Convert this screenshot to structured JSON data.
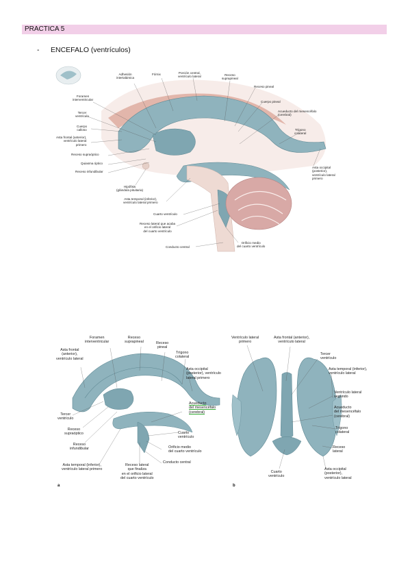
{
  "header": {
    "title": "PRACTICA 5"
  },
  "section": {
    "bullet": "-",
    "title": "ENCEFALO (ventrículos)"
  },
  "figure1": {
    "labels": {
      "adhesion": "Adhesión\nintertalámica",
      "fornix": "Fórnix",
      "porcion_central": "Porción central,\nventrículo lateral",
      "receso_suprapineal": "Receso\nsuprapineal",
      "receso_pineal": "Receso pineal",
      "cuerpo_pineal": "Cuerpo pineal",
      "acueducto": "Acueducto del mesencéfalo\n(cerebral)",
      "trigono": "Trígono\ncolateral",
      "asta_occipital": "Asta occipital\n(posterior),\nventrículo lateral\nprimero",
      "foramen": "Foramen\ninterventricular",
      "tercer_ventriculo": "Tercer\nventrículo",
      "cuerpo_calloso": "Cuerpo\ncalloso",
      "asta_frontal": "Asta frontal (anterior),\nventrículo lateral\nprimero",
      "receso_supraoptico": "Receso supraóptico",
      "quiasma": "Quiasma óptico",
      "receso_infundibular": "Receso infundibular",
      "hipofisis": "Hipófisis\n(glándula pituitaria)",
      "asta_temporal": "Asta temporal (inferior),\nventrículo lateral primero",
      "cuarto_ventriculo": "Cuarto ventrículo",
      "receso_lateral": "Receso lateral que acaba\nen el orificio lateral\ndel cuarto ventrículo",
      "orificio_medio": "Orificio medio\ndel cuarto ventrículo",
      "conducto_central": "Conducto central"
    }
  },
  "figure2a": {
    "letter": "a",
    "labels": {
      "foramen": "Foramen\ninterventricular",
      "receso_suprapineal": "Receso\nsuprapineal",
      "receso_pineal": "Receso\npineal",
      "trigono": "Trígono\ncolateral",
      "asta_frontal": "Asta frontal\n(anterior),\nventrículo lateral",
      "asta_occipital": "Asta occipital\n(posterior), ventrículo\nlateral primero",
      "tercer_ventriculo": "Tercer\nventrículo",
      "receso_supraoptico": "Receso\nsupraóptico",
      "receso_infundibular": "Receso\ninfundibular",
      "acueducto": "Acueducto\ndel mesencéfalo\n(cerebral)",
      "cuarto_ventriculo": "Cuarto\nventrículo",
      "orificio_medio": "Orificio medio\ndel cuarto ventrículo",
      "conducto_central": "Conducto central",
      "asta_temporal": "Asta temporal (inferior),\nventrículo lateral primero",
      "receso_lateral": "Receso lateral\nque finaliza\nen el orificio lateral\ndel cuarto ventrículo"
    }
  },
  "figure2b": {
    "letter": "b",
    "labels": {
      "ventriculo_lateral_primero": "Ventrículo lateral\nprimero",
      "asta_frontal": "Asta frontal (anterior),\nventrículo lateral",
      "tercer_ventriculo": "Tercer\nventrículo",
      "asta_temporal": "Asta temporal (inferior),\nventrículo lateral",
      "ventriculo_lateral_segundo": "Ventrículo lateral\nsegundo",
      "acueducto": "Acueducto\ndel mesencéfalo\n(cerebral)",
      "trigono": "Trígono\ncolateral",
      "receso_lateral": "Receso\nlateral",
      "cuarto_ventriculo": "Cuarto\nventrículo",
      "asta_occipital": "Asta occipital\n(posterior),\nventrículo lateral"
    }
  },
  "colors": {
    "ventricle": "#8fb3bd",
    "ventricle_dark": "#5f8893",
    "brain": "#e9c8bf",
    "cerebellum": "#d8a9a6",
    "highlight_bar": "#f2cfe8"
  }
}
